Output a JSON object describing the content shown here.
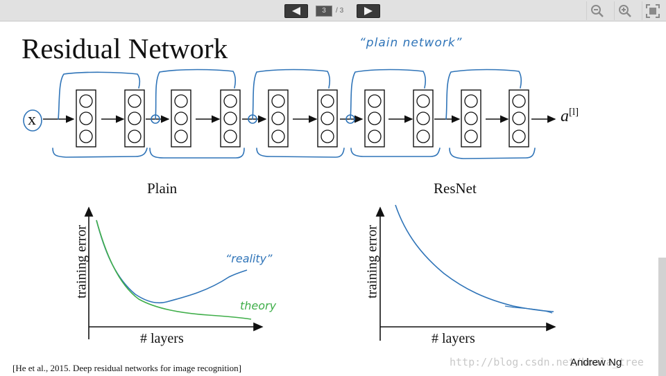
{
  "toolbar": {
    "current_page": "3",
    "page_separator": "/",
    "total_pages": "3",
    "prev_icon": "triangle-left-icon",
    "next_icon": "triangle-right-icon",
    "zoom_out_icon": "zoom-out-icon",
    "zoom_in_icon": "zoom-in-icon",
    "fullscreen_icon": "fullscreen-icon"
  },
  "slide": {
    "title": "Residual Network",
    "annotation_plain_network": "“plain network”",
    "input_label": "x",
    "output_label_base": "a",
    "output_label_sup": "[l]",
    "blocks": 5,
    "plot_left": {
      "title": "Plain",
      "ylabel": "training error",
      "xlabel": "# layers",
      "label_reality": "“reality”",
      "label_theory": "theory"
    },
    "plot_right": {
      "title": "ResNet",
      "ylabel": "training error",
      "xlabel": "# layers"
    },
    "citation": "[He et al., 2015. Deep residual networks for image recognition]",
    "credit": "Andrew Ng",
    "watermark": "http://blog.csdn.net/koala_tree"
  },
  "colors": {
    "ink": "#111111",
    "annotation_blue": "#2f74b8",
    "annotation_green": "#3fae49",
    "toolbar_bg": "#e1e1e1"
  }
}
